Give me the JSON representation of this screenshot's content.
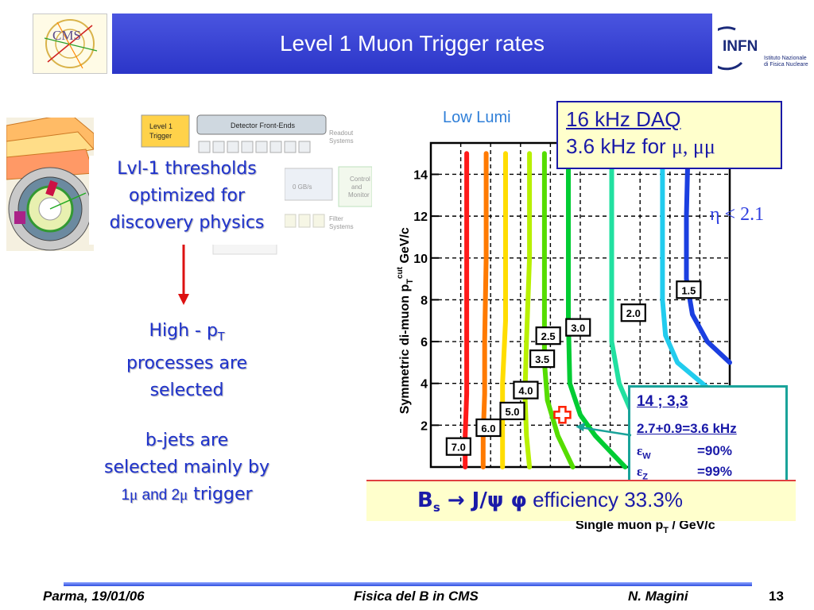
{
  "header": {
    "title": "Level 1 Muon Trigger rates",
    "cms_logo_text": "CMS",
    "infn_logo_text": "INFN",
    "infn_subtitle_1": "Istituto Nazionale",
    "infn_subtitle_2": "di Fisica Nucleare"
  },
  "daq_diagram": {
    "level1": "Level 1",
    "trigger": "Trigger",
    "detector_front_ends": "Detector Front-Ends",
    "readout": "Readout",
    "systems": "Systems",
    "gbs": "0 GB/s",
    "control": "Control",
    "and": "and",
    "monitor": "Monitor",
    "filter": "Filter",
    "filter_systems": "Systems"
  },
  "left_text": {
    "thresholds_line1": "Lvl-1 thresholds",
    "thresholds_line2": "optimized for",
    "thresholds_line3": "discovery physics",
    "high_pt_prefix": "High - p",
    "high_pt_sub": "T",
    "processes_line": "processes are",
    "selected_line": "selected",
    "bjets_line1": "b-jets are",
    "bjets_line2": "selected mainly by",
    "trigger_one": "1",
    "mu_symbol": "μ",
    "and_two": " and 2",
    "trigger_word": " trigger"
  },
  "daq_box": {
    "line1": "16 kHz DAQ",
    "line2_prefix": "3.6 kHz for ",
    "line2_mu": "μ, μμ"
  },
  "eta_label": "η < 2.1",
  "low_lumi": "Low Lumi",
  "result_box": {
    "title": "14 ; 3,3",
    "rate": "2.7+0.9=3.6 kHz",
    "eps_w_label": "ε",
    "eps_w_sub": "W",
    "eps_w_value": "=90%",
    "eps_z_label": "ε",
    "eps_z_sub": "Z",
    "eps_z_value": "=99%"
  },
  "efficiency": {
    "bs": "B",
    "bs_sub": "s",
    "arrow": " → J/ψ φ",
    "text": " efficiency 33.3%"
  },
  "chart_data": {
    "type": "line",
    "xlabel": "Single muon p",
    "xlabel_sub": "T",
    "xlabel_tail": " / GeV/c",
    "ylabel": "Symmetric di-muon p",
    "ylabel_sub": "T",
    "ylabel_sup": "cut",
    "ylabel_tail": " GeV/c",
    "ylim": [
      0,
      15.5
    ],
    "xlim": [
      0,
      20
    ],
    "y_ticks": [
      2,
      4,
      6,
      8,
      10,
      12,
      14
    ],
    "grid": true,
    "series": [
      {
        "name": "7.0",
        "color": "#ff1a1a",
        "values": [
          [
            2.3,
            0
          ],
          [
            2.3,
            1.5
          ],
          [
            2.4,
            3.5
          ],
          [
            2.4,
            6
          ],
          [
            2.4,
            10
          ],
          [
            2.4,
            15
          ]
        ]
      },
      {
        "name": "6.0",
        "color": "#ff7a00",
        "values": [
          [
            3.5,
            0
          ],
          [
            3.5,
            1.5
          ],
          [
            3.6,
            3.5
          ],
          [
            3.6,
            6
          ],
          [
            3.7,
            10
          ],
          [
            3.7,
            15
          ]
        ]
      },
      {
        "name": "5.0",
        "color": "#ffdd00",
        "values": [
          [
            4.8,
            0
          ],
          [
            4.8,
            2
          ],
          [
            4.8,
            4
          ],
          [
            5.0,
            7
          ],
          [
            5.0,
            11
          ],
          [
            5.0,
            15
          ]
        ]
      },
      {
        "name": "4.0",
        "color": "#b8f000",
        "values": [
          [
            6.6,
            0
          ],
          [
            6.4,
            1.5
          ],
          [
            6.3,
            3.5
          ],
          [
            6.4,
            6
          ],
          [
            6.6,
            10
          ],
          [
            6.6,
            15
          ]
        ]
      },
      {
        "name": "3.5",
        "color": "#55dd00",
        "values": [
          [
            9.5,
            0
          ],
          [
            8.5,
            1.5
          ],
          [
            7.8,
            3.2
          ],
          [
            7.6,
            5
          ],
          [
            7.6,
            8
          ],
          [
            7.6,
            12
          ],
          [
            7.6,
            15
          ]
        ]
      },
      {
        "name": "3.0",
        "color": "#00cc33",
        "values": [
          [
            13,
            0
          ],
          [
            11,
            1.5
          ],
          [
            10,
            2.5
          ],
          [
            9.3,
            4
          ],
          [
            9.2,
            7
          ],
          [
            9.2,
            11
          ],
          [
            9.2,
            15
          ]
        ]
      },
      {
        "name": "2.5",
        "color": "#22e0a0",
        "values": [
          [
            15,
            1
          ],
          [
            13.5,
            2.5
          ],
          [
            12.6,
            4
          ],
          [
            12.1,
            6
          ],
          [
            12.1,
            10
          ],
          [
            12.1,
            15
          ]
        ]
      },
      {
        "name": "2.0",
        "color": "#22ccee",
        "values": [
          [
            19,
            3.5
          ],
          [
            16.5,
            5
          ],
          [
            15.7,
            6.3
          ],
          [
            15.5,
            8
          ],
          [
            15.5,
            11
          ],
          [
            15.5,
            15
          ]
        ]
      },
      {
        "name": "1.5",
        "color": "#1b3fe0",
        "values": [
          [
            20,
            5
          ],
          [
            18.5,
            6
          ],
          [
            17.5,
            7.3
          ],
          [
            17.1,
            9
          ],
          [
            17.1,
            12
          ],
          [
            17.2,
            15
          ]
        ]
      }
    ],
    "labels": [
      {
        "text": "7.0",
        "x": 1.8,
        "y": 1.0
      },
      {
        "text": "6.0",
        "x": 3.8,
        "y": 1.9
      },
      {
        "text": "5.0",
        "x": 5.4,
        "y": 2.7
      },
      {
        "text": "4.0",
        "x": 6.3,
        "y": 3.7
      },
      {
        "text": "3.5",
        "x": 7.4,
        "y": 5.2
      },
      {
        "text": "2.5",
        "x": 7.8,
        "y": 6.3
      },
      {
        "text": "3.0",
        "x": 9.8,
        "y": 6.7
      },
      {
        "text": "2.0",
        "x": 13.5,
        "y": 7.4
      },
      {
        "text": "1.5",
        "x": 17.2,
        "y": 8.5
      }
    ],
    "marker": {
      "x": 8.8,
      "y": 2.5
    }
  }
}
